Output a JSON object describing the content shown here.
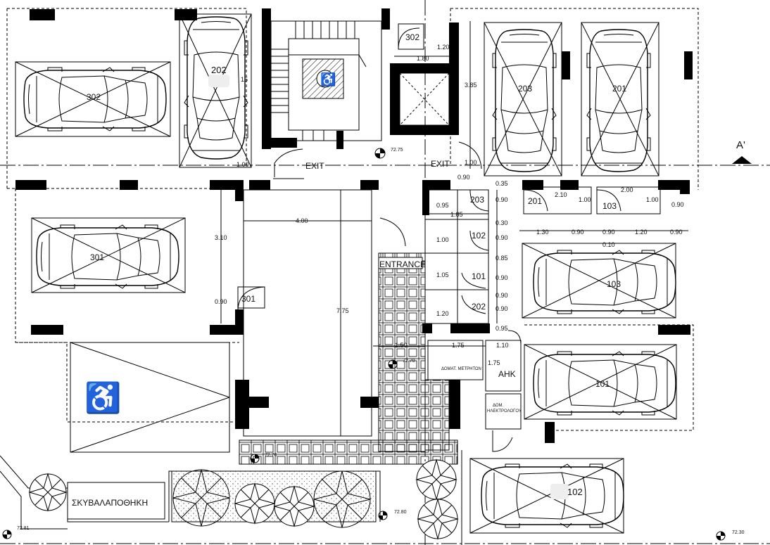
{
  "section_mark": "A'",
  "labels": {
    "exit_left": "EXIT",
    "exit_right": "EXIT",
    "entrance": "ENTRANCE",
    "meter_room": "ΔΟΜΑΤ. ΜΕΤΡΗΤΩΝ",
    "ahk": "ΑΗΚ",
    "electrician_room_1": "ΔΟΜ.",
    "electrician_room_2": "ΗΛΕΚΤΡΟΛΟΓΟΥ",
    "garbage_room": "ΣΚΥΒΑΛΑΠΟΘΗΚΗ"
  },
  "levels": {
    "lvl_7275": "72.75",
    "lvl_7270": "72.70",
    "lvl_7276": "72.76",
    "lvl_7280": "72.80",
    "lvl_7281": "72.81",
    "lvl_7230": "72.30"
  },
  "parking": {
    "p302": "302",
    "p202": "202",
    "p203": "203",
    "p201": "201",
    "p301": "301",
    "p103": "103",
    "p101": "101",
    "p102": "102"
  },
  "storage": {
    "s302": "302",
    "s203": "203",
    "s102": "102",
    "s101": "101",
    "s202": "202",
    "s201": "201",
    "s103": "103",
    "s301": "301"
  },
  "dims": {
    "d_120": "1.20",
    "d_180": "1.80",
    "d_385": "3.85",
    "d_15": "15",
    "d_100_left": "1.00",
    "d_100_right": "1.00",
    "d_400": "4.00",
    "d_310": "3.10",
    "d_090_left": "0.90",
    "d_775": "7.75",
    "d_095": "0.95",
    "d_185": "1.85",
    "d_100_s": "1.00",
    "d_105": "1.05",
    "d_120_s": "1.20",
    "d_090_a": "0.90",
    "d_090_b": "0.90",
    "d_090_c": "0.90",
    "d_090_d": "0.90",
    "d_090_e": "0.90",
    "d_090_f": "0.90",
    "d_035": "0.35",
    "d_030": "0.30",
    "d_085": "0.85",
    "d_210": "2.10",
    "d_200": "2.00",
    "d_100_201": "1.00",
    "d_100_103": "1.00",
    "d_090_g": "0.90",
    "d_130": "1.30",
    "d_090_h": "0.90",
    "d_090_i": "0.90",
    "d_120_r": "1.20",
    "d_090_j": "0.90",
    "d_010": "0.10",
    "d_150": "1.50",
    "d_175": "1.75",
    "d_110": "1.10",
    "d_175v": "1.75",
    "d_095b": "0.95"
  }
}
